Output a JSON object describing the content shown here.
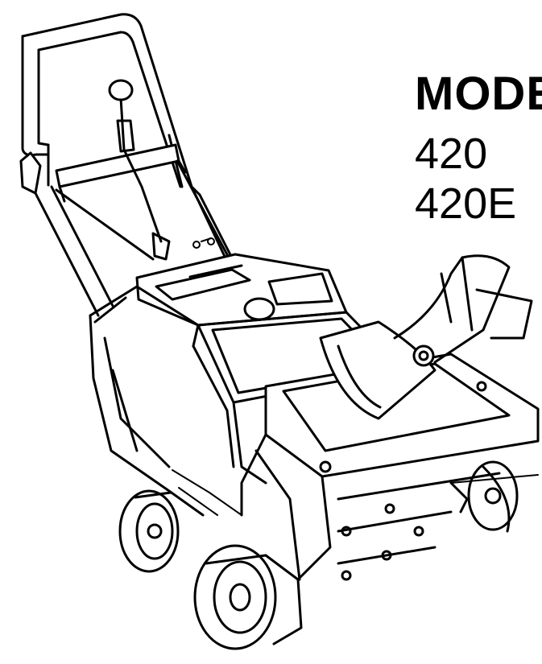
{
  "page": {
    "heading": "MODE",
    "models": [
      "420",
      "420E"
    ]
  },
  "illustration": {
    "subject": "snow-thrower"
  },
  "colors": {
    "ink": "#000000",
    "paper": "#ffffff"
  }
}
